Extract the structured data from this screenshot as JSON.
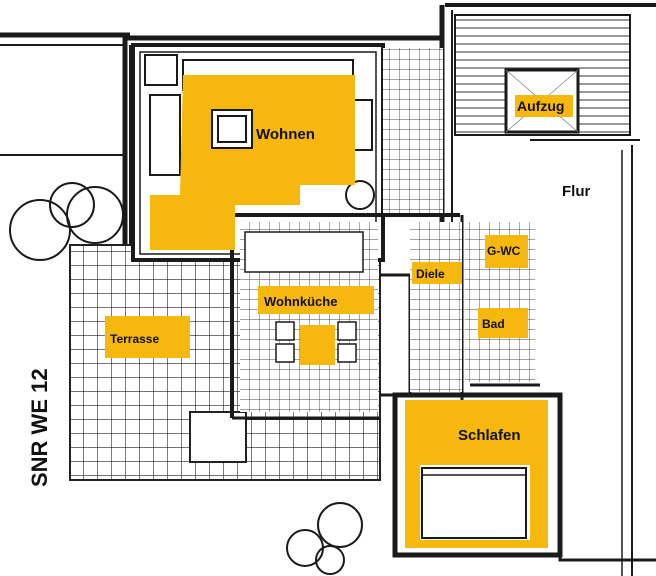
{
  "rooms": {
    "wohnen": "Wohnen",
    "aufzug": "Aufzug",
    "flur": "Flur",
    "gwc": "G-WC",
    "diele": "Diele",
    "wohnkueche": "Wohnküche",
    "bad": "Bad",
    "terrasse": "Terrasse",
    "schlafen": "Schlafen"
  },
  "side_label": "SNR WE 12",
  "colors": {
    "highlight": "#F6B80E",
    "wall": "#1a1a1a",
    "hatch": "#555555"
  }
}
